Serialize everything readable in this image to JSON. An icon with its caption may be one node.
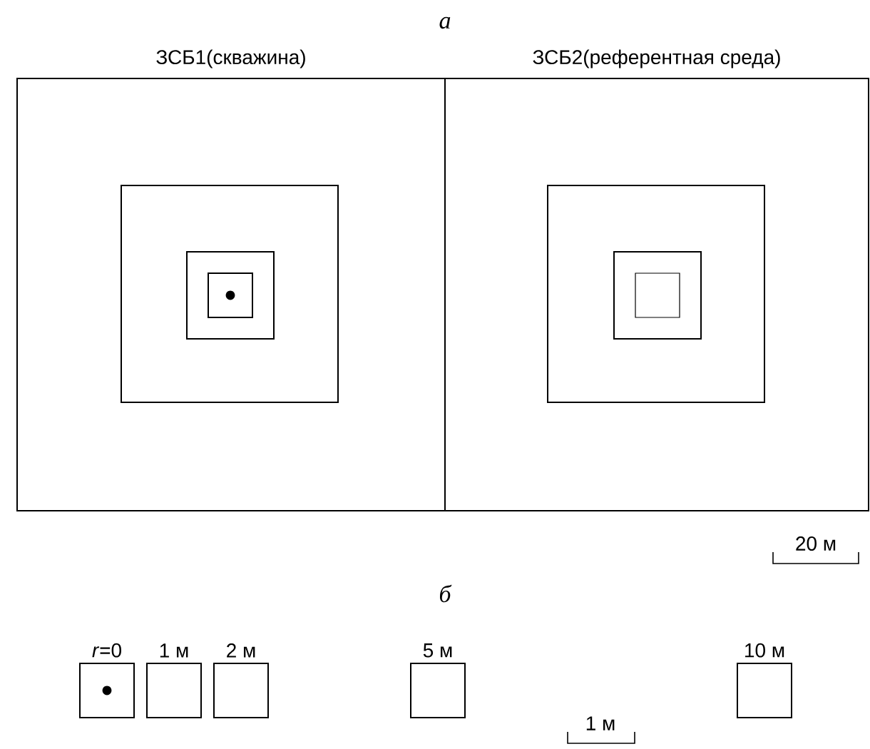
{
  "diagram": {
    "nodes": [
      {
        "text": [
          "ЗСБ1(скважина)"
        ]
      },
      {
        "text": [],
        "shape": "box",
        "in": 0
      },
      {
        "text": [],
        "shape": "box",
        "in": 1
      },
      {
        "text": [],
        "shape": "box",
        "in": 2
      },
      {
        "text": [
          "ЗСБ2(референтная среда)"
        ]
      },
      {
        "text": [],
        "shape": "box",
        "in": 4
      },
      {
        "text": [],
        "shape": "box",
        "in": 5
      },
      {
        "text": [],
        "shape": "box",
        "in": 6
      },
      {
        "text": [],
        "shape": "box",
        "beside": [
          "*r*=0"
        ]
      },
      {
        "text": [],
        "shape": "box",
        "beside": [
          "1 м"
        ]
      },
      {
        "text": [],
        "shape": "box",
        "beside": [
          "2 м"
        ]
      },
      {
        "text": [],
        "shape": "box",
        "beside": [
          "5 м"
        ]
      },
      {
        "text": [],
        "shape": "box",
        "beside": [
          "10 м"
        ]
      }
    ],
    "labels": [
      "а",
      "20 м",
      "б",
      "1 м"
    ]
  }
}
